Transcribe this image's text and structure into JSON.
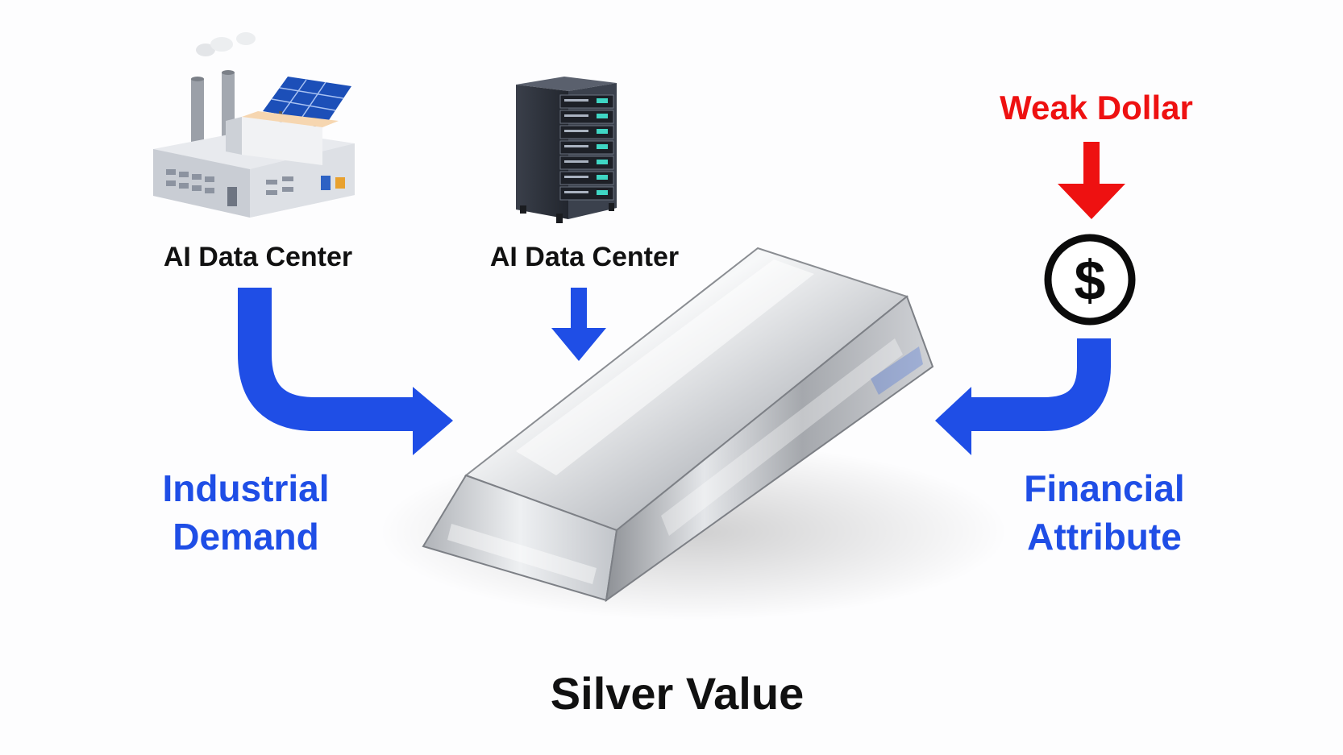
{
  "diagram": {
    "sources": [
      {
        "label": "AI Data Center",
        "icon": "factory-icon"
      },
      {
        "label": "AI Data Center",
        "icon": "server-rack-icon"
      }
    ],
    "weak_dollar": {
      "label": "Weak Dollar",
      "icon": "dollar-circle-icon",
      "symbol": "$"
    },
    "industrial_demand": {
      "line1": "Industrial",
      "line2": "Demand"
    },
    "financial_attribute": {
      "line1": "Financial",
      "line2": "Attribute"
    },
    "center": {
      "label": "Silver Value",
      "icon": "silver-bar-icon"
    }
  },
  "colors": {
    "accent_blue": "#1f4ee6",
    "accent_red": "#ee1111",
    "text": "#111111",
    "background": "#fdfdfe"
  }
}
